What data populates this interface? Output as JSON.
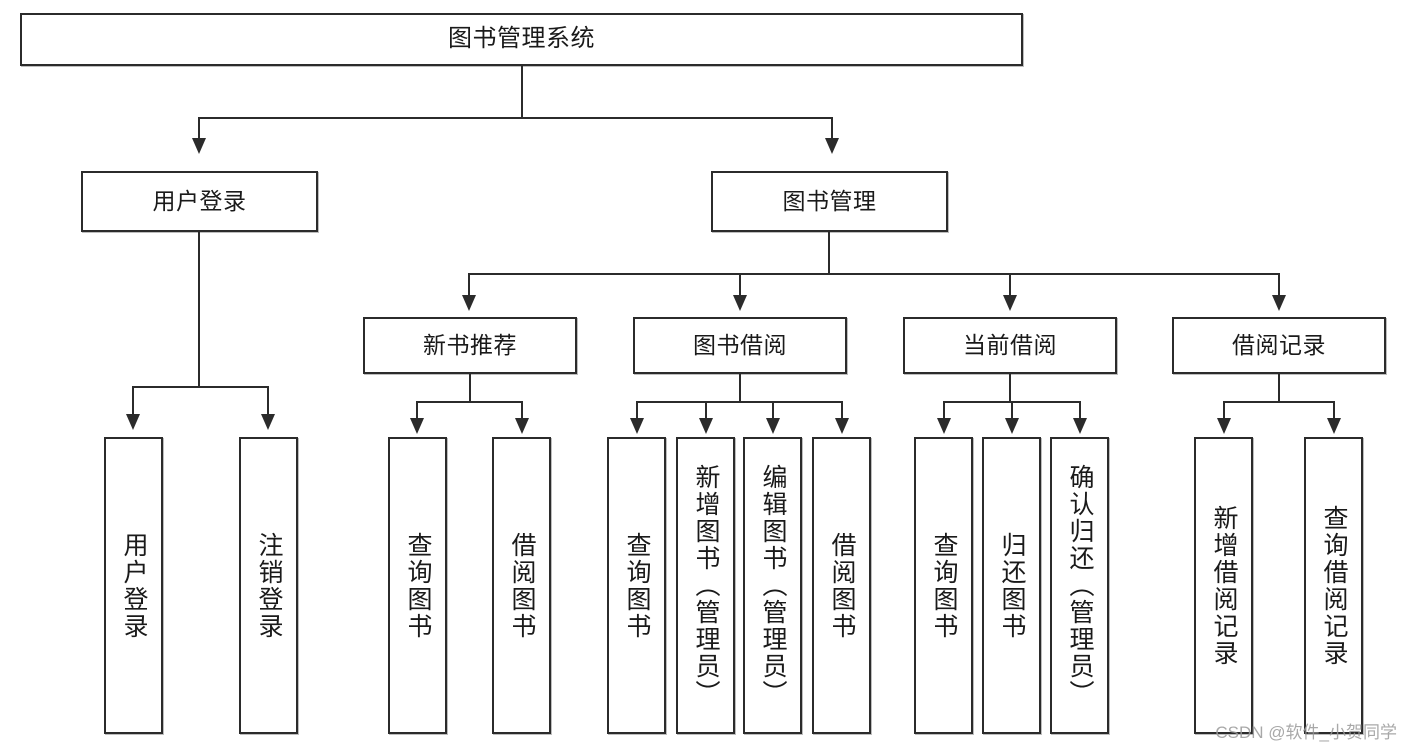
{
  "diagram": {
    "type": "tree-hierarchy",
    "title": "图书管理系统",
    "watermark": "CSDN @软件_小贺同学",
    "colors": {
      "box_border": "#2b2b2b",
      "box_fill": "#ffffff",
      "connector": "#2b2b2b",
      "text": "#1a1a1a",
      "watermark": "#9a9a9a",
      "background": "#ffffff"
    },
    "nodes": {
      "root": {
        "label": "图书管理系统"
      },
      "level2": [
        {
          "label": "用户登录"
        },
        {
          "label": "图书管理"
        }
      ],
      "level3": [
        {
          "label": "新书推荐"
        },
        {
          "label": "图书借阅"
        },
        {
          "label": "当前借阅"
        },
        {
          "label": "借阅记录"
        }
      ],
      "leaves": {
        "user_login": [
          {
            "label": "用户登录"
          },
          {
            "label": "注销登录"
          }
        ],
        "new_book_recommend": [
          {
            "label": "查询图书"
          },
          {
            "label": "借阅图书"
          }
        ],
        "book_borrow": [
          {
            "label": "查询图书"
          },
          {
            "label": "新增图书（管理员）"
          },
          {
            "label": "编辑图书（管理员）"
          },
          {
            "label": "借阅图书"
          }
        ],
        "current_borrow": [
          {
            "label": "查询图书"
          },
          {
            "label": "归还图书"
          },
          {
            "label": "确认归还（管理员）"
          }
        ],
        "borrow_record": [
          {
            "label": "新增借阅记录"
          },
          {
            "label": "查询借阅记录"
          }
        ]
      }
    }
  }
}
